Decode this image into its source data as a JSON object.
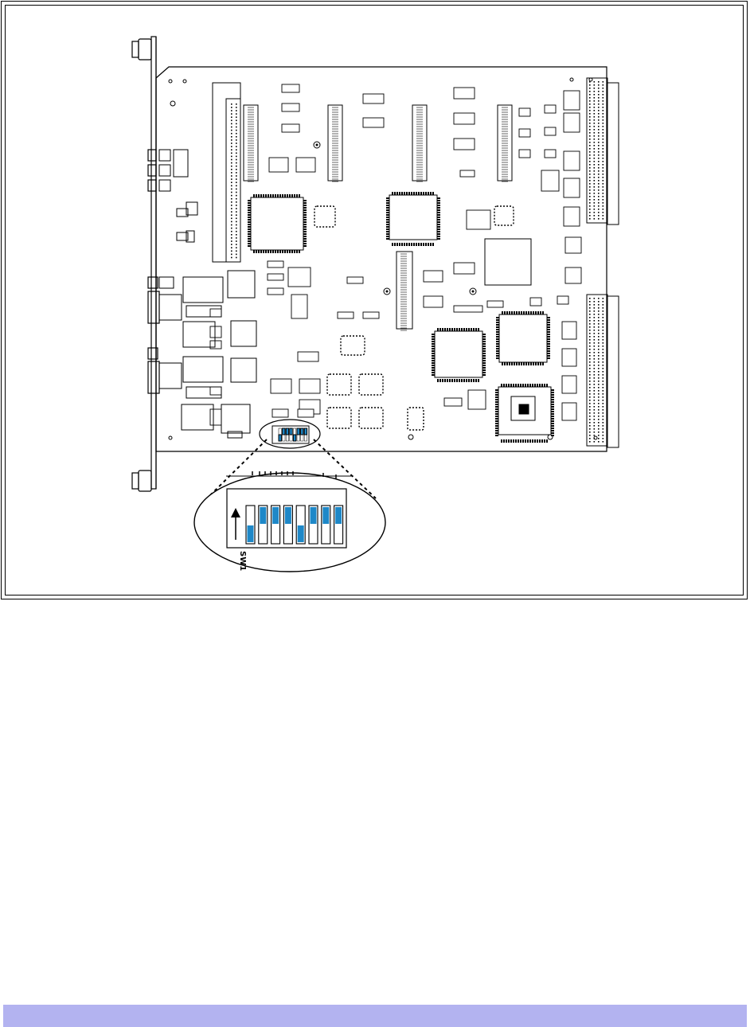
{
  "figure": {
    "switch_label": "SW1",
    "switch_count": 8,
    "switch_positions": [
      "down",
      "up",
      "up",
      "up",
      "down",
      "up",
      "up",
      "up"
    ]
  },
  "colors": {
    "line": "#000000",
    "switch_actuator": "#1e88c8",
    "footer_bar": "#b3b3f0",
    "background": "#ffffff"
  },
  "icons": {
    "direction": "up-arrow-icon"
  }
}
